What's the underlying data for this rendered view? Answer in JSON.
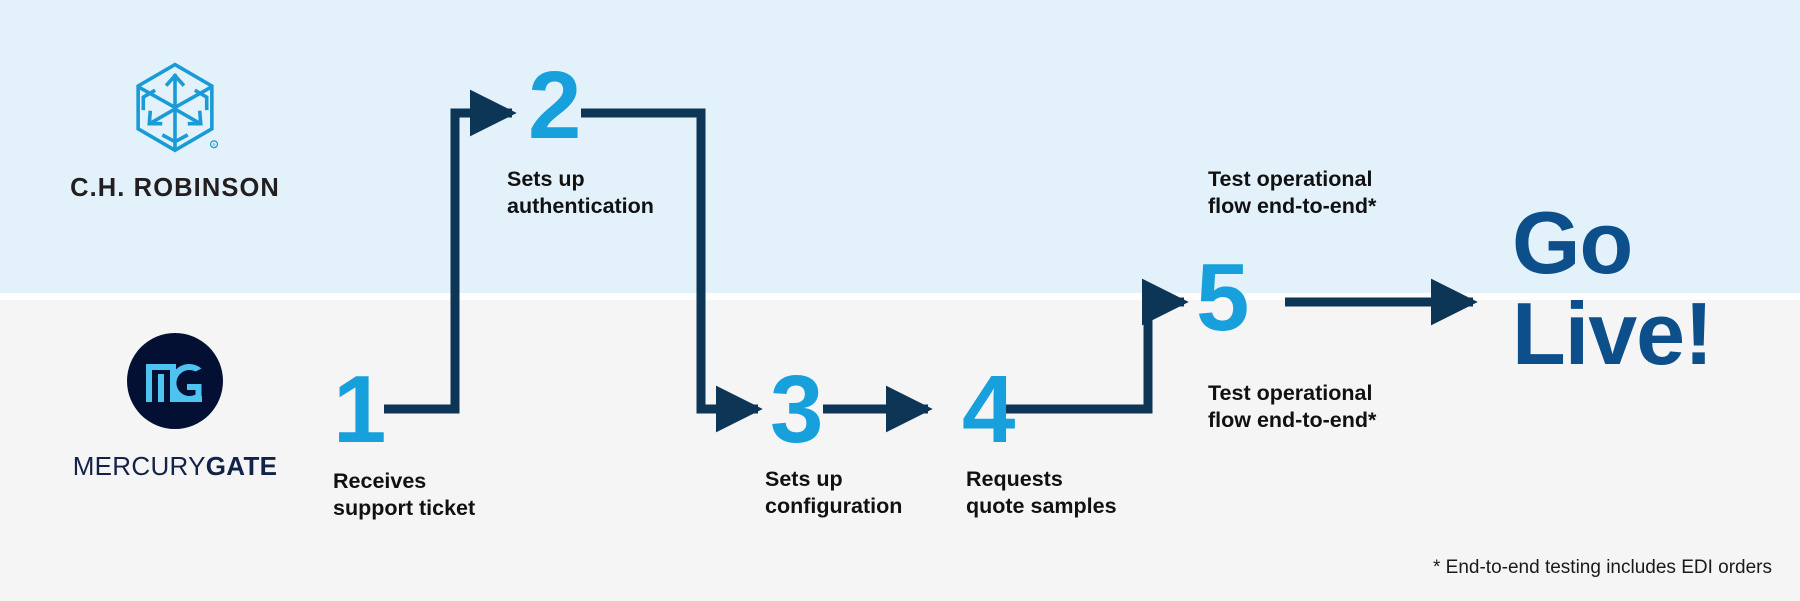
{
  "theme": {
    "band_top_color": "#e2f1fa",
    "band_bottom_color": "#f5f5f5",
    "step_number_color": "#18a0dc",
    "connector_color": "#0d3556",
    "golive_color": "#0d4f8b",
    "label_color": "#111111",
    "mercurygate_navy": "#041033",
    "mercurygate_mark_blue": "#4cc3f0",
    "chrobinson_blue": "#199bd7"
  },
  "logos": {
    "chrobinson": {
      "mark_name": "hexagon-cube-arrows-icon",
      "wordmark": "C.H. ROBINSON"
    },
    "mercurygate": {
      "mark_name": "mg-monogram-icon",
      "monogram": "MG",
      "wordmark_light": "MERCURY",
      "wordmark_bold": "GATE"
    }
  },
  "steps": [
    {
      "number": "1",
      "label": "Receives\nsupport ticket",
      "lane": "bottom"
    },
    {
      "number": "2",
      "label": "Sets up\nauthentication",
      "lane": "top"
    },
    {
      "number": "3",
      "label": "Sets up\nconfiguration",
      "lane": "bottom"
    },
    {
      "number": "4",
      "label": "Requests\nquote samples",
      "lane": "bottom"
    },
    {
      "number": "5",
      "label_top": "Test operational\nflow end-to-end*",
      "label_bottom": "Test operational\nflow end-to-end*",
      "lane": "split"
    }
  ],
  "golive": {
    "text": "Go\nLive!"
  },
  "footnote": {
    "text": "* End-to-end testing includes EDI orders"
  }
}
